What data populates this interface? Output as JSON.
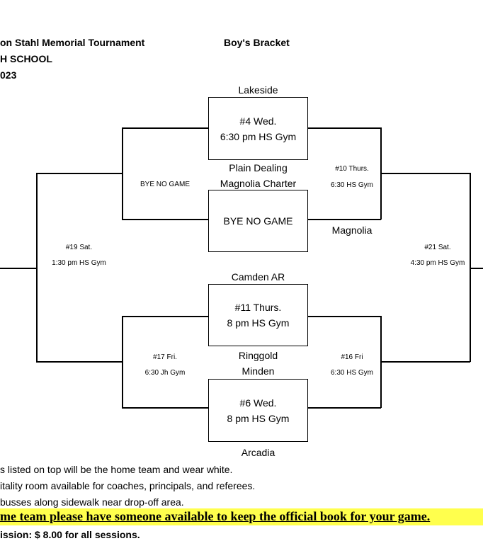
{
  "header": {
    "line1": "on Stahl Memorial Tournament",
    "line2": "H SCHOOL",
    "line3": "023",
    "bracket_title": "Boy's Bracket"
  },
  "teams": {
    "lakeside": "Lakeside",
    "plain_dealing": "Plain Dealing",
    "magnolia_charter": "Magnolia Charter",
    "magnolia": "Magnolia",
    "camden": "Camden AR",
    "ringgold": "Ringgold",
    "minden": "Minden",
    "arcadia": "Arcadia"
  },
  "games": {
    "g4": {
      "line1": "#4 Wed.",
      "line2": "6:30 pm HS Gym"
    },
    "bye_box": "BYE NO GAME",
    "g11": {
      "line1": "#11 Thurs.",
      "line2": "8 pm HS Gym"
    },
    "g6": {
      "line1": "#6 Wed.",
      "line2": "8 pm HS Gym"
    },
    "bye_left": "BYE NO GAME",
    "g10": {
      "line1": "#10 Thurs.",
      "line2": "6:30 HS Gym"
    },
    "g17": {
      "line1": "#17 Fri.",
      "line2": "6:30 Jh Gym"
    },
    "g16": {
      "line1": "#16 Fri",
      "line2": "6:30 HS Gym"
    },
    "g19": {
      "line1": "#19 Sat.",
      "line2": "1:30 pm HS Gym"
    },
    "g21": {
      "line1": "#21 Sat.",
      "line2": "4:30 pm HS Gym"
    }
  },
  "notes": {
    "n1": "s listed on top will be the home team and wear white.",
    "n2": "itality room available for coaches, principals, and referees.",
    "n3": "busses along sidewalk near drop-off area.",
    "highlight": "me team please have someone available to keep the official book for your game.",
    "admission": "ission: $ 8.00 for all sessions."
  },
  "colors": {
    "highlight": "#ffff4d",
    "line": "#000000"
  }
}
